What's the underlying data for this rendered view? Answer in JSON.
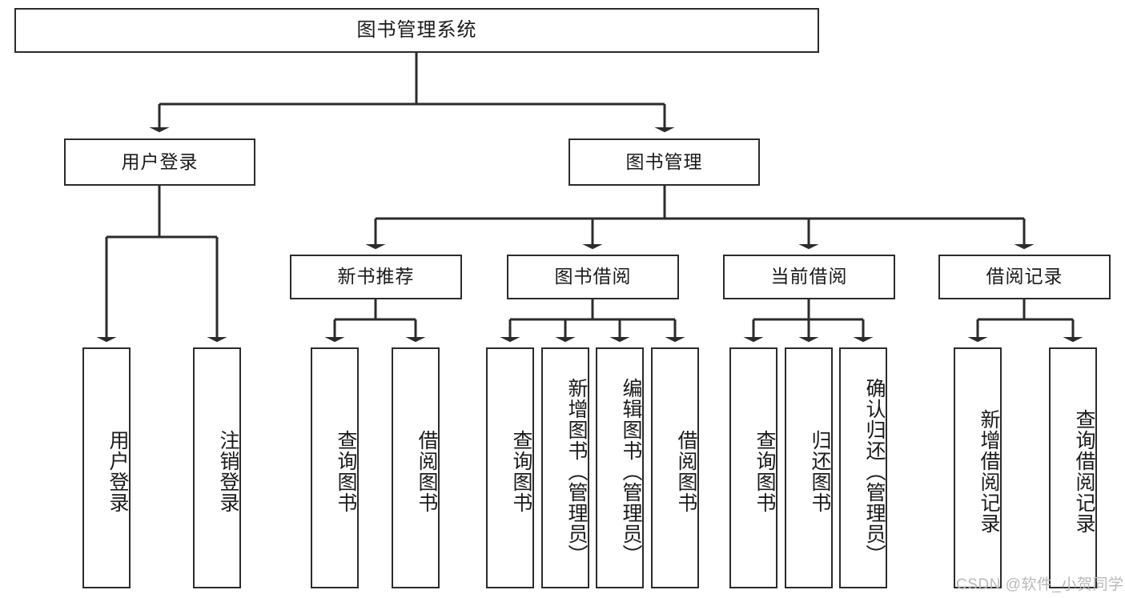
{
  "diagram": {
    "title": "图书管理系统",
    "type": "tree-hierarchy",
    "watermark": "CSDN @软件_小贺同学",
    "colors": {
      "border": "#2b2b2b",
      "background": "#ffffff",
      "text": "#1a1a1a",
      "watermark": "#b9b9b9"
    },
    "nodes": {
      "root": {
        "label": "图书管理系统"
      },
      "level1": [
        {
          "id": "user-login",
          "label": "用户登录"
        },
        {
          "id": "book-manage",
          "label": "图书管理"
        }
      ],
      "level2": [
        {
          "id": "new-book-recommend",
          "label": "新书推荐"
        },
        {
          "id": "book-borrow",
          "label": "图书借阅"
        },
        {
          "id": "current-borrow",
          "label": "当前借阅"
        },
        {
          "id": "borrow-record",
          "label": "借阅记录"
        }
      ],
      "leaves": {
        "user_login": [
          {
            "id": "leaf-user-login",
            "label": "用户登录"
          },
          {
            "id": "leaf-logout-login",
            "label": "注销登录"
          }
        ],
        "new_book_recommend": [
          {
            "id": "leaf-query-book-1",
            "label": "查询图书"
          },
          {
            "id": "leaf-borrow-book-1",
            "label": "借阅图书"
          }
        ],
        "book_borrow": [
          {
            "id": "leaf-query-book-2",
            "label": "查询图书"
          },
          {
            "id": "leaf-add-book",
            "label": "新增图书（管理员）"
          },
          {
            "id": "leaf-edit-book",
            "label": "编辑图书（管理员）"
          },
          {
            "id": "leaf-borrow-book-2",
            "label": "借阅图书"
          }
        ],
        "current_borrow": [
          {
            "id": "leaf-query-book-3",
            "label": "查询图书"
          },
          {
            "id": "leaf-return-book",
            "label": "归还图书"
          },
          {
            "id": "leaf-confirm-return",
            "label": "确认归还（管理员）"
          }
        ],
        "borrow_record": [
          {
            "id": "leaf-add-record",
            "label": "新增借阅记录"
          },
          {
            "id": "leaf-query-record",
            "label": "查询借阅记录"
          }
        ]
      }
    }
  }
}
